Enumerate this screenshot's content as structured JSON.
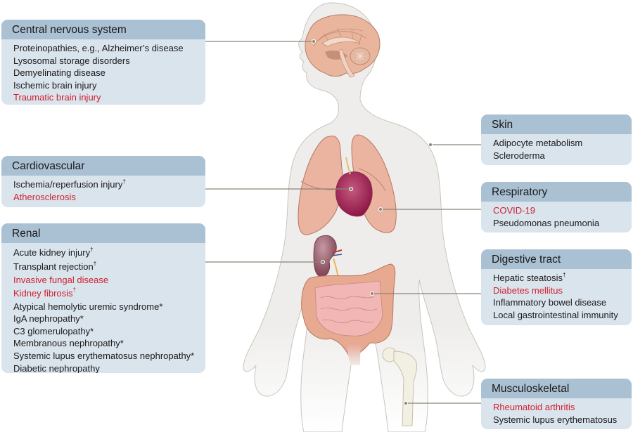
{
  "colors": {
    "panel_header": "#aac0d3",
    "panel_body": "#dae4ed",
    "text": "#1a1a1a",
    "highlight_text": "#d0202e",
    "body_silhouette": "#eeedeb",
    "body_outline": "#c9c5bd",
    "connector": "#8a8478"
  },
  "panels": {
    "cns": {
      "title": "Central nervous system",
      "items": [
        {
          "text": "Proteinopathies, e.g., Alzheimer’s disease",
          "mark": "",
          "highlight": false
        },
        {
          "text": "Lysosomal storage disorders",
          "mark": "",
          "highlight": false
        },
        {
          "text": "Demyelinating disease",
          "mark": "",
          "highlight": false
        },
        {
          "text": "Ischemic brain injury",
          "mark": "",
          "highlight": false
        },
        {
          "text": "Traumatic brain injury",
          "mark": "",
          "highlight": true
        }
      ]
    },
    "cardio": {
      "title": "Cardiovascular",
      "items": [
        {
          "text": "Ischemia/reperfusion injury",
          "mark": "†",
          "highlight": false
        },
        {
          "text": "Atherosclerosis",
          "mark": "",
          "highlight": true
        }
      ]
    },
    "renal": {
      "title": "Renal",
      "items": [
        {
          "text": "Acute kidney injury",
          "mark": "†",
          "highlight": false
        },
        {
          "text": "Transplant rejection",
          "mark": "†",
          "highlight": false
        },
        {
          "text": "Invasive fungal disease",
          "mark": "",
          "highlight": true
        },
        {
          "text": "Kidney fibrosis",
          "mark": "†",
          "highlight": true
        },
        {
          "text": "Atypical hemolytic uremic syndrome*",
          "mark": "",
          "highlight": false
        },
        {
          "text": "IgA nephropathy*",
          "mark": "",
          "highlight": false
        },
        {
          "text": "C3 glomerulopathy*",
          "mark": "",
          "highlight": false
        },
        {
          "text": "Membranous nephropathy*",
          "mark": "",
          "highlight": false
        },
        {
          "text": "Systemic lupus erythematosus nephropathy*",
          "mark": "",
          "highlight": false
        },
        {
          "text": "Diabetic nephropathy",
          "mark": "",
          "highlight": false
        }
      ]
    },
    "skin": {
      "title": "Skin",
      "items": [
        {
          "text": "Adipocyte metabolism",
          "mark": "",
          "highlight": false
        },
        {
          "text": "Scleroderma",
          "mark": "",
          "highlight": false
        }
      ]
    },
    "respiratory": {
      "title": "Respiratory",
      "items": [
        {
          "text": "COVID-19",
          "mark": "",
          "highlight": true
        },
        {
          "text": "Pseudomonas pneumonia",
          "mark": "",
          "highlight": false
        }
      ]
    },
    "digestive": {
      "title": "Digestive tract",
      "items": [
        {
          "text": "Hepatic steatosis",
          "mark": "†",
          "highlight": false
        },
        {
          "text": "Diabetes mellitus",
          "mark": "",
          "highlight": true
        },
        {
          "text": "Inflammatory bowel disease",
          "mark": "",
          "highlight": false
        },
        {
          "text": "Local gastrointestinal immunity",
          "mark": "",
          "highlight": false
        }
      ]
    },
    "musculo": {
      "title": "Musculoskeletal",
      "items": [
        {
          "text": "Rheumatoid arthritis",
          "mark": "",
          "highlight": true
        },
        {
          "text": "Systemic lupus erythematosus",
          "mark": "",
          "highlight": false
        }
      ]
    }
  },
  "organs": [
    "brain",
    "lungs",
    "heart",
    "kidney",
    "intestines",
    "femur",
    "skin"
  ]
}
